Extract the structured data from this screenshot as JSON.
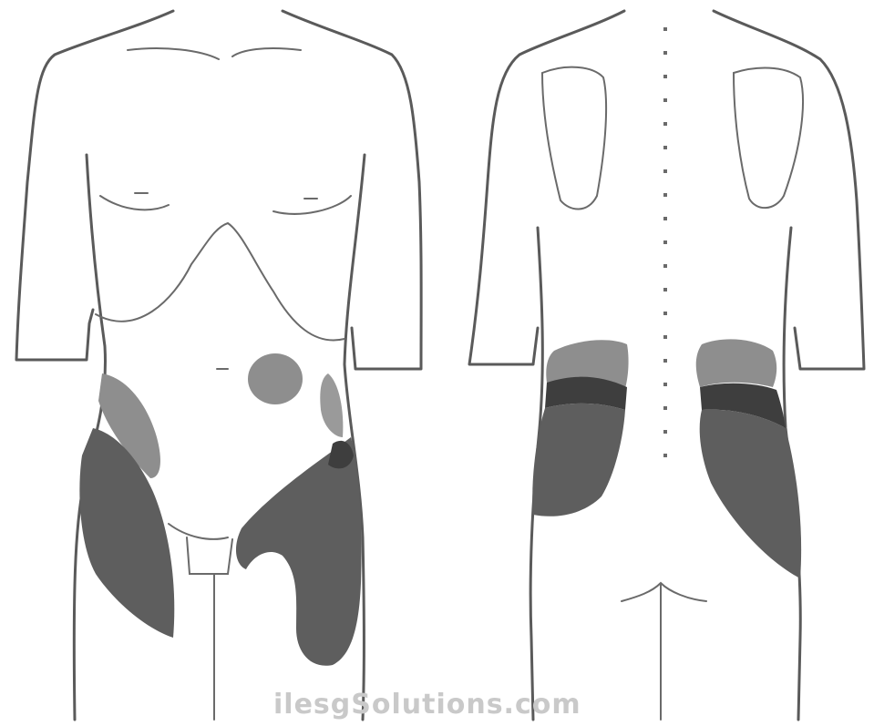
{
  "figure": {
    "views": [
      "anterior",
      "posterior"
    ],
    "colors": {
      "background": "#ffffff",
      "outline": "#5a5a5a",
      "light_zone": "#8e8e8e",
      "medium_zone": "#6b6b6b",
      "dark_zone": "#404040"
    }
  },
  "watermark": {
    "text": "ilesgSolutions.com"
  }
}
